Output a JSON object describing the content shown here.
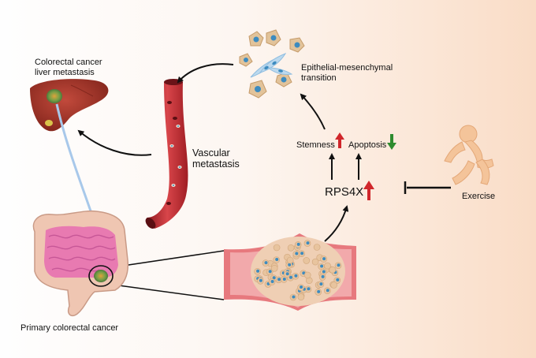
{
  "labels": {
    "liver_metastasis": [
      "Colorectal cancer",
      "liver metastasis"
    ],
    "emt": [
      "Epithelial-mesenchymal",
      "transition"
    ],
    "vascular": [
      "Vascular",
      "metastasis"
    ],
    "stemness": "Stemness",
    "apoptosis": "Apoptosis",
    "rps4x": "RPS4X",
    "exercise": "Exercise",
    "primary": "Primary colorectal cancer"
  },
  "colors": {
    "up_arrow": "#d0262b",
    "down_arrow": "#2e8b2e",
    "vessel": "#b8232a",
    "liver": "#a6362b",
    "tumor_mass": "#efcfb4",
    "cell_nucleus": "#3d8bbf",
    "intestine": "#e87ab1",
    "runner": "#f4c49a"
  },
  "icons": [
    "liver-icon",
    "blood-vessel-icon",
    "emt-cells-icon",
    "tumor-tissue-icon",
    "intestine-icon",
    "runner-icon"
  ]
}
